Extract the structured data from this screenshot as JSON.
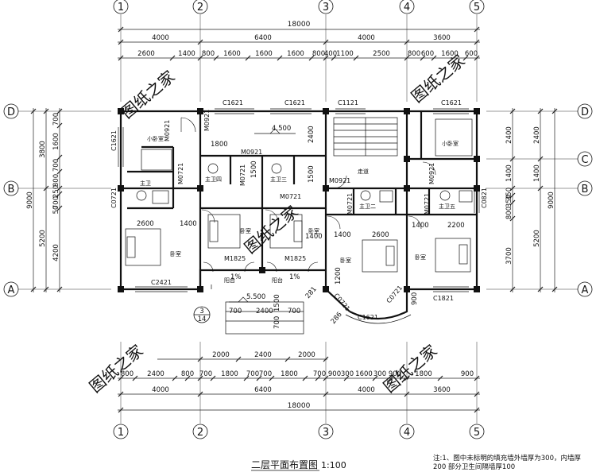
{
  "axes": {
    "columns": [
      "1",
      "2",
      "3",
      "4",
      "5"
    ],
    "rows": [
      "A",
      "B",
      "C",
      "D"
    ]
  },
  "dims_top": {
    "total": "18000",
    "bays": [
      "4000",
      "6400",
      "4000",
      "3600"
    ],
    "details": [
      "2600",
      "1400",
      "800",
      "1600",
      "1600",
      "1600",
      "800",
      "400",
      "1100",
      "2500",
      "800",
      "600",
      "1600",
      "600"
    ]
  },
  "dims_bottom": {
    "total": "18000",
    "bays": [
      "4000",
      "6400",
      "4000",
      "3600"
    ],
    "mid": [
      "2000",
      "2400",
      "2000"
    ],
    "details": [
      "800",
      "2400",
      "800",
      "700",
      "1800",
      "700",
      "700",
      "1800",
      "700",
      "900",
      "300",
      "1600",
      "300",
      "900",
      "1800",
      "900"
    ]
  },
  "dims_left": {
    "outer": "9000",
    "mid": [
      "3800",
      "5200"
    ],
    "inner": [
      "700",
      "1600",
      "700",
      "800",
      "250",
      "700",
      "50",
      "4200"
    ]
  },
  "dims_right": {
    "outer": "9000",
    "mid": [
      "2400",
      "1400",
      "5200"
    ],
    "inner": [
      "2400",
      "1400",
      "350",
      "350",
      "800",
      "3700"
    ]
  },
  "rooms": {
    "small_bed_left": "小卧室",
    "small_bed_right": "小卧室",
    "master_bath_left": "主卫",
    "master_bath_a": "主卫四",
    "master_bath_b": "主卫三",
    "master_bath_c": "主卫二",
    "master_bath_d": "主卫五",
    "bed_left": "卧室",
    "bed_2": "卧室",
    "bed_3": "卧室",
    "bed_4": "卧室",
    "bed_5": "卧室",
    "corridor": "走道",
    "balcony_1": "阳台",
    "balcony_2": "阳台"
  },
  "openings": {
    "c1621_a": "C1621",
    "c1621_b": "C1621",
    "c1121": "C1121",
    "c1621_d": "C1621",
    "c1621_left": "C1621",
    "m0921_a": "M0921",
    "m0921_b": "M0921",
    "m0921_c": "M0921",
    "m0921_d": "M0921",
    "m0921_e": "M0921",
    "m0721_a": "M0721",
    "m0721_b": "M0721",
    "m0721_c": "M0721",
    "m0721_d": "M0721",
    "m0721_e": "M0721",
    "c0721": "C0721",
    "c0821": "C0821",
    "m1825_a": "M1825",
    "m1825_b": "M1825",
    "c2421": "C2421",
    "c1821": "C1821",
    "c1621_bay": "C1621",
    "c0721_bay_a": "C0721",
    "c0721_bay_b": "C0721"
  },
  "interior_dims": {
    "d1800": "1800",
    "d2400_stair": "2400",
    "d1500_a": "1500",
    "d1500_b": "1500",
    "d2600_left": "2600",
    "d1400_left": "1400",
    "d1400_mid": "1400",
    "d1400_c": "1400",
    "d2600_c": "2600",
    "d1400_d": "1400",
    "d2200": "2200",
    "d1200": "1200",
    "d2400_bal": "2400",
    "d700_a": "700",
    "d700_b": "700",
    "d1500_c": "1500",
    "d700_c": "700",
    "d900": "900",
    "d286": "286",
    "d281": "281"
  },
  "levels": {
    "floor": "4.500",
    "balcony": "5.500",
    "slope_a": "1%",
    "slope_b": "1%"
  },
  "section_mark": {
    "num": "3",
    "sheet": "14"
  },
  "watermark": "图纸之家",
  "title": "二层平面布置图",
  "scale": "1:100",
  "note_line1": "注:1、图中未标明的填充墙外墙厚为300，内墙厚",
  "note_line2": "200   部分卫生间隔墙厚100"
}
